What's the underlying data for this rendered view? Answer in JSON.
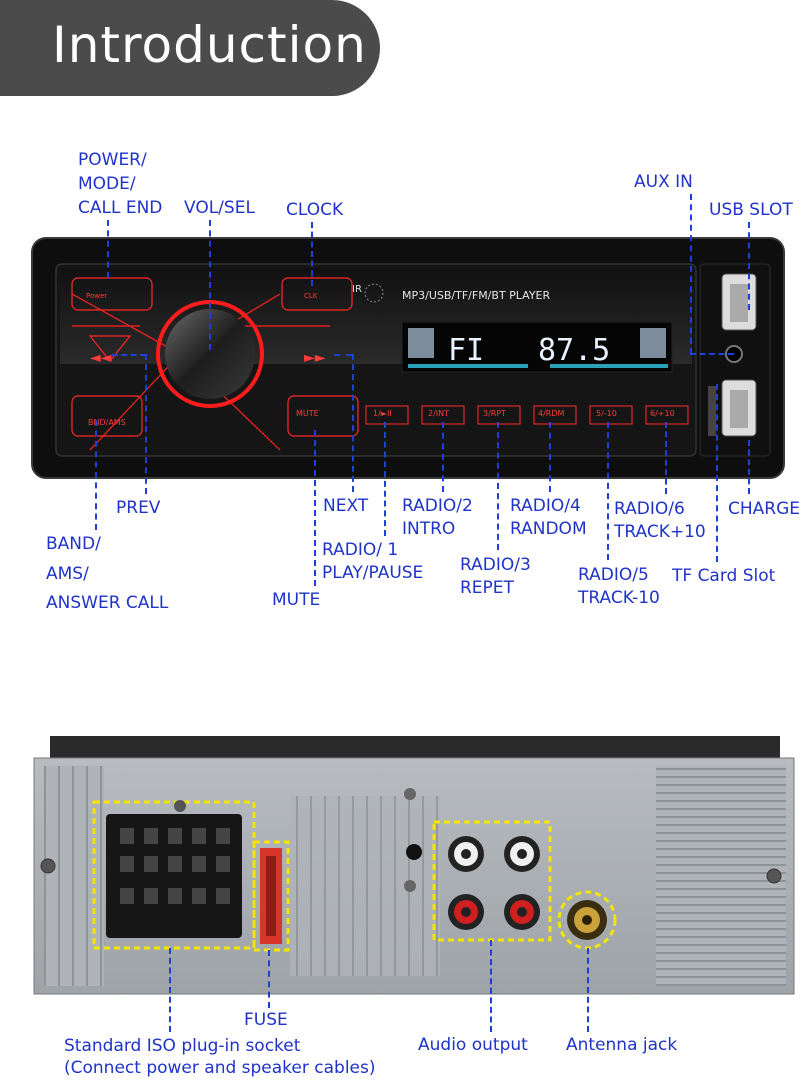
{
  "banner": {
    "title": "Introduction"
  },
  "front_panel": {
    "ir_label": "IR",
    "player_label": "MP3/USB/TF/FM/BT  PLAYER",
    "display_band": "FI",
    "display_freq": "87.5",
    "buttons": {
      "power": "Power",
      "clock": "CLK",
      "band": "BND/AMS",
      "mute": "MUTE",
      "b1": "1/►II",
      "b2": "2/INT",
      "b3": "3/RPT",
      "b4": "4/RDM",
      "b5": "5/-10",
      "b6": "6/+10"
    }
  },
  "labels": {
    "power_mode": "POWER/",
    "power_mode2": "MODE/",
    "power_mode3": "CALL END",
    "vol_sel": "VOL/SEL",
    "clock": "CLOCK",
    "aux_in": "AUX IN",
    "usb_slot": "USB SLOT",
    "prev": "PREV",
    "next": "NEXT",
    "radio2a": "RADIO/2",
    "radio2b": "INTRO",
    "radio4a": "RADIO/4",
    "radio4b": "RANDOM",
    "radio6a": "RADIO/6",
    "radio6b": "TRACK+10",
    "charge": "CHARGE",
    "band1": "BAND/",
    "band2": "AMS/",
    "band3": "ANSWER CALL",
    "radio1a": "RADIO/ 1",
    "radio1b": "PLAY/PAUSE",
    "radio3a": "RADIO/3",
    "radio3b": "REPET",
    "radio5a": "RADIO/5",
    "radio5b": "TRACK-10",
    "tf_card": "TF Card Slot",
    "mute": "MUTE",
    "fuse": "FUSE",
    "iso1": "Standard ISO plug-in socket",
    "iso2": "(Connect power and speaker cables)",
    "audio_output": "Audio output",
    "antenna": "Antenna jack"
  },
  "colors": {
    "label": "#1f33c8",
    "accent_red": "#ff2a2a",
    "banner": "#4b4b4b",
    "highlight": "#f2e600"
  }
}
